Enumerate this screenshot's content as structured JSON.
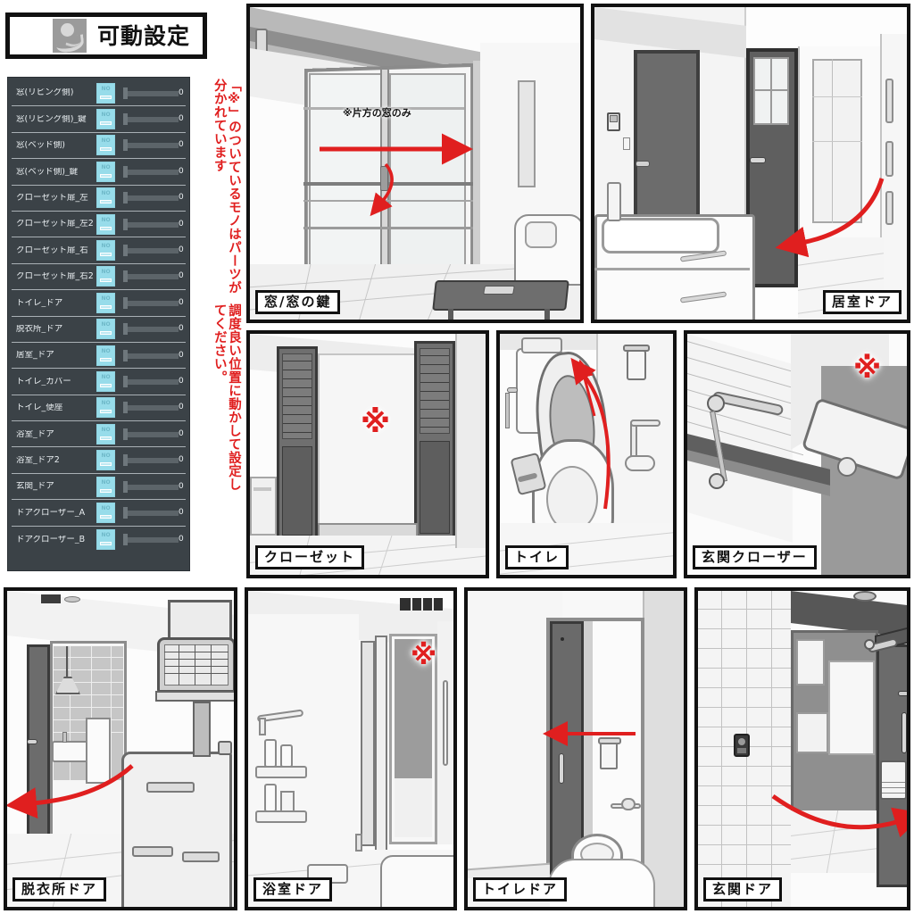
{
  "header": {
    "title": "可動設定",
    "icon": "movable-settings-icon"
  },
  "note": {
    "line1": "「※」のついているモノはパーツが分かれています",
    "line2": "調度良い位置に動かして設定してください。"
  },
  "settings_list": {
    "toggle_label": "NO",
    "rows": [
      {
        "label": "窓(リビング側)",
        "toggle": "NO",
        "value": "0"
      },
      {
        "label": "窓(リビング側)_鍵",
        "toggle": "NO",
        "value": "0"
      },
      {
        "label": "窓(ベッド側)",
        "toggle": "NO",
        "value": "0"
      },
      {
        "label": "窓(ベッド側)_鍵",
        "toggle": "NO",
        "value": "0"
      },
      {
        "label": "クローゼット扉_左",
        "toggle": "NO",
        "value": "0"
      },
      {
        "label": "クローゼット扉_左2",
        "toggle": "NO",
        "value": "0"
      },
      {
        "label": "クローゼット扉_右",
        "toggle": "NO",
        "value": "0"
      },
      {
        "label": "クローゼット扉_右2",
        "toggle": "NO",
        "value": "0"
      },
      {
        "label": "トイレ_ドア",
        "toggle": "NO",
        "value": "0"
      },
      {
        "label": "脱衣所_ドア",
        "toggle": "NO",
        "value": "0"
      },
      {
        "label": "居室_ドア",
        "toggle": "NO",
        "value": "0"
      },
      {
        "label": "トイレ_カバー",
        "toggle": "NO",
        "value": "0"
      },
      {
        "label": "トイレ_便座",
        "toggle": "NO",
        "value": "0"
      },
      {
        "label": "浴室_ドア",
        "toggle": "NO",
        "value": "0"
      },
      {
        "label": "浴室_ドア2",
        "toggle": "NO",
        "value": "0"
      },
      {
        "label": "玄関_ドア",
        "toggle": "NO",
        "value": "0"
      },
      {
        "label": "ドアクローザー_A",
        "toggle": "NO",
        "value": "0"
      },
      {
        "label": "ドアクローザー_B",
        "toggle": "NO",
        "value": "0"
      }
    ]
  },
  "panels": {
    "window": {
      "caption": "窓/窓の鍵",
      "annotation": "※片方の窓のみ",
      "kome": ""
    },
    "living_door": {
      "caption": "居室ドア",
      "annotation": "",
      "kome": ""
    },
    "closet": {
      "caption": "クローゼット",
      "annotation": "",
      "kome": "※"
    },
    "toilet": {
      "caption": "トイレ",
      "annotation": "",
      "kome": ""
    },
    "closer": {
      "caption": "玄関クローザー",
      "annotation": "",
      "kome": "※"
    },
    "datsui": {
      "caption": "脱衣所ドア",
      "annotation": "",
      "kome": ""
    },
    "bath": {
      "caption": "浴室ドア",
      "annotation": "",
      "kome": "※"
    },
    "toilet_door": {
      "caption": "トイレドア",
      "annotation": "",
      "kome": ""
    },
    "entrance": {
      "caption": "玄関ドア",
      "annotation": "",
      "kome": ""
    }
  },
  "colors": {
    "accent_red": "#e01f1f",
    "toggle_cyan": "#97dcea",
    "panel_dark": "#3b4247",
    "border_black": "#111111"
  }
}
